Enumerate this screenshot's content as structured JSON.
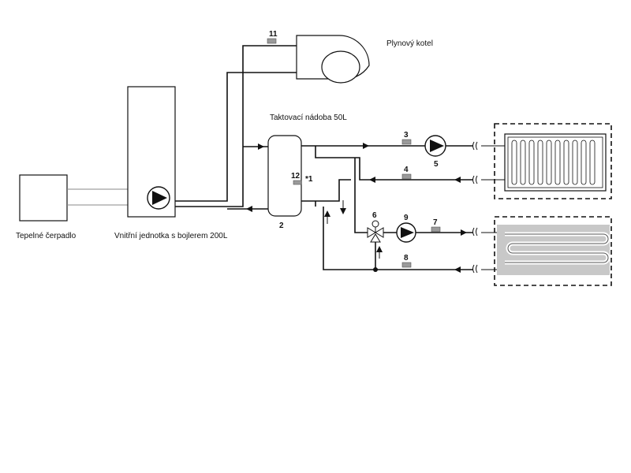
{
  "labels": {
    "heat_pump": "Tepelné čerpadlo",
    "indoor_unit": "Vnitřní jednotka s bojlerem 200L",
    "gas_boiler": "Plynový kotel",
    "buffer_tank": "Taktovací nádoba 50L"
  },
  "numbers": {
    "n2": "2",
    "n3": "3",
    "n4": "4",
    "n5": "5",
    "n6": "6",
    "n7": "7",
    "n8": "8",
    "n9": "9",
    "n11": "11",
    "n12": "12",
    "star1": "*1"
  },
  "colors": {
    "line": "#111111",
    "sensor": "#9a9a9a",
    "floor_panel": "#c8c8c8"
  }
}
